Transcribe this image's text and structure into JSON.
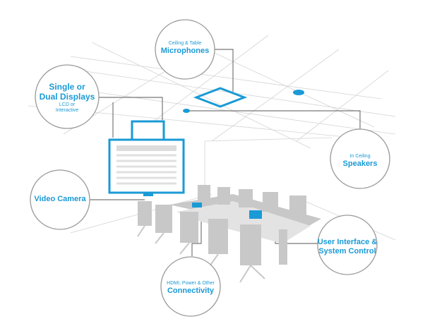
{
  "callouts": {
    "microphones": {
      "sub": "Ceiling & Table",
      "title": "Microphones"
    },
    "displays": {
      "title_line1": "Single or",
      "title_line2": "Dual Displays",
      "sub_line1": "LCD or",
      "sub_line2": "Interactive"
    },
    "speakers": {
      "sub": "In Ceiling",
      "title": "Speakers"
    },
    "camera": {
      "title": "Video Camera"
    },
    "user_interface": {
      "title_line1": "User Interface &",
      "title_line2": "System Control"
    },
    "connectivity": {
      "sub": "HDMI, Power & Other",
      "title": "Connectivity"
    }
  },
  "colors": {
    "accent": "#1a9ad6",
    "line": "#777777",
    "furniture": "#c8c8c8",
    "grid": "#cfcfcf"
  }
}
